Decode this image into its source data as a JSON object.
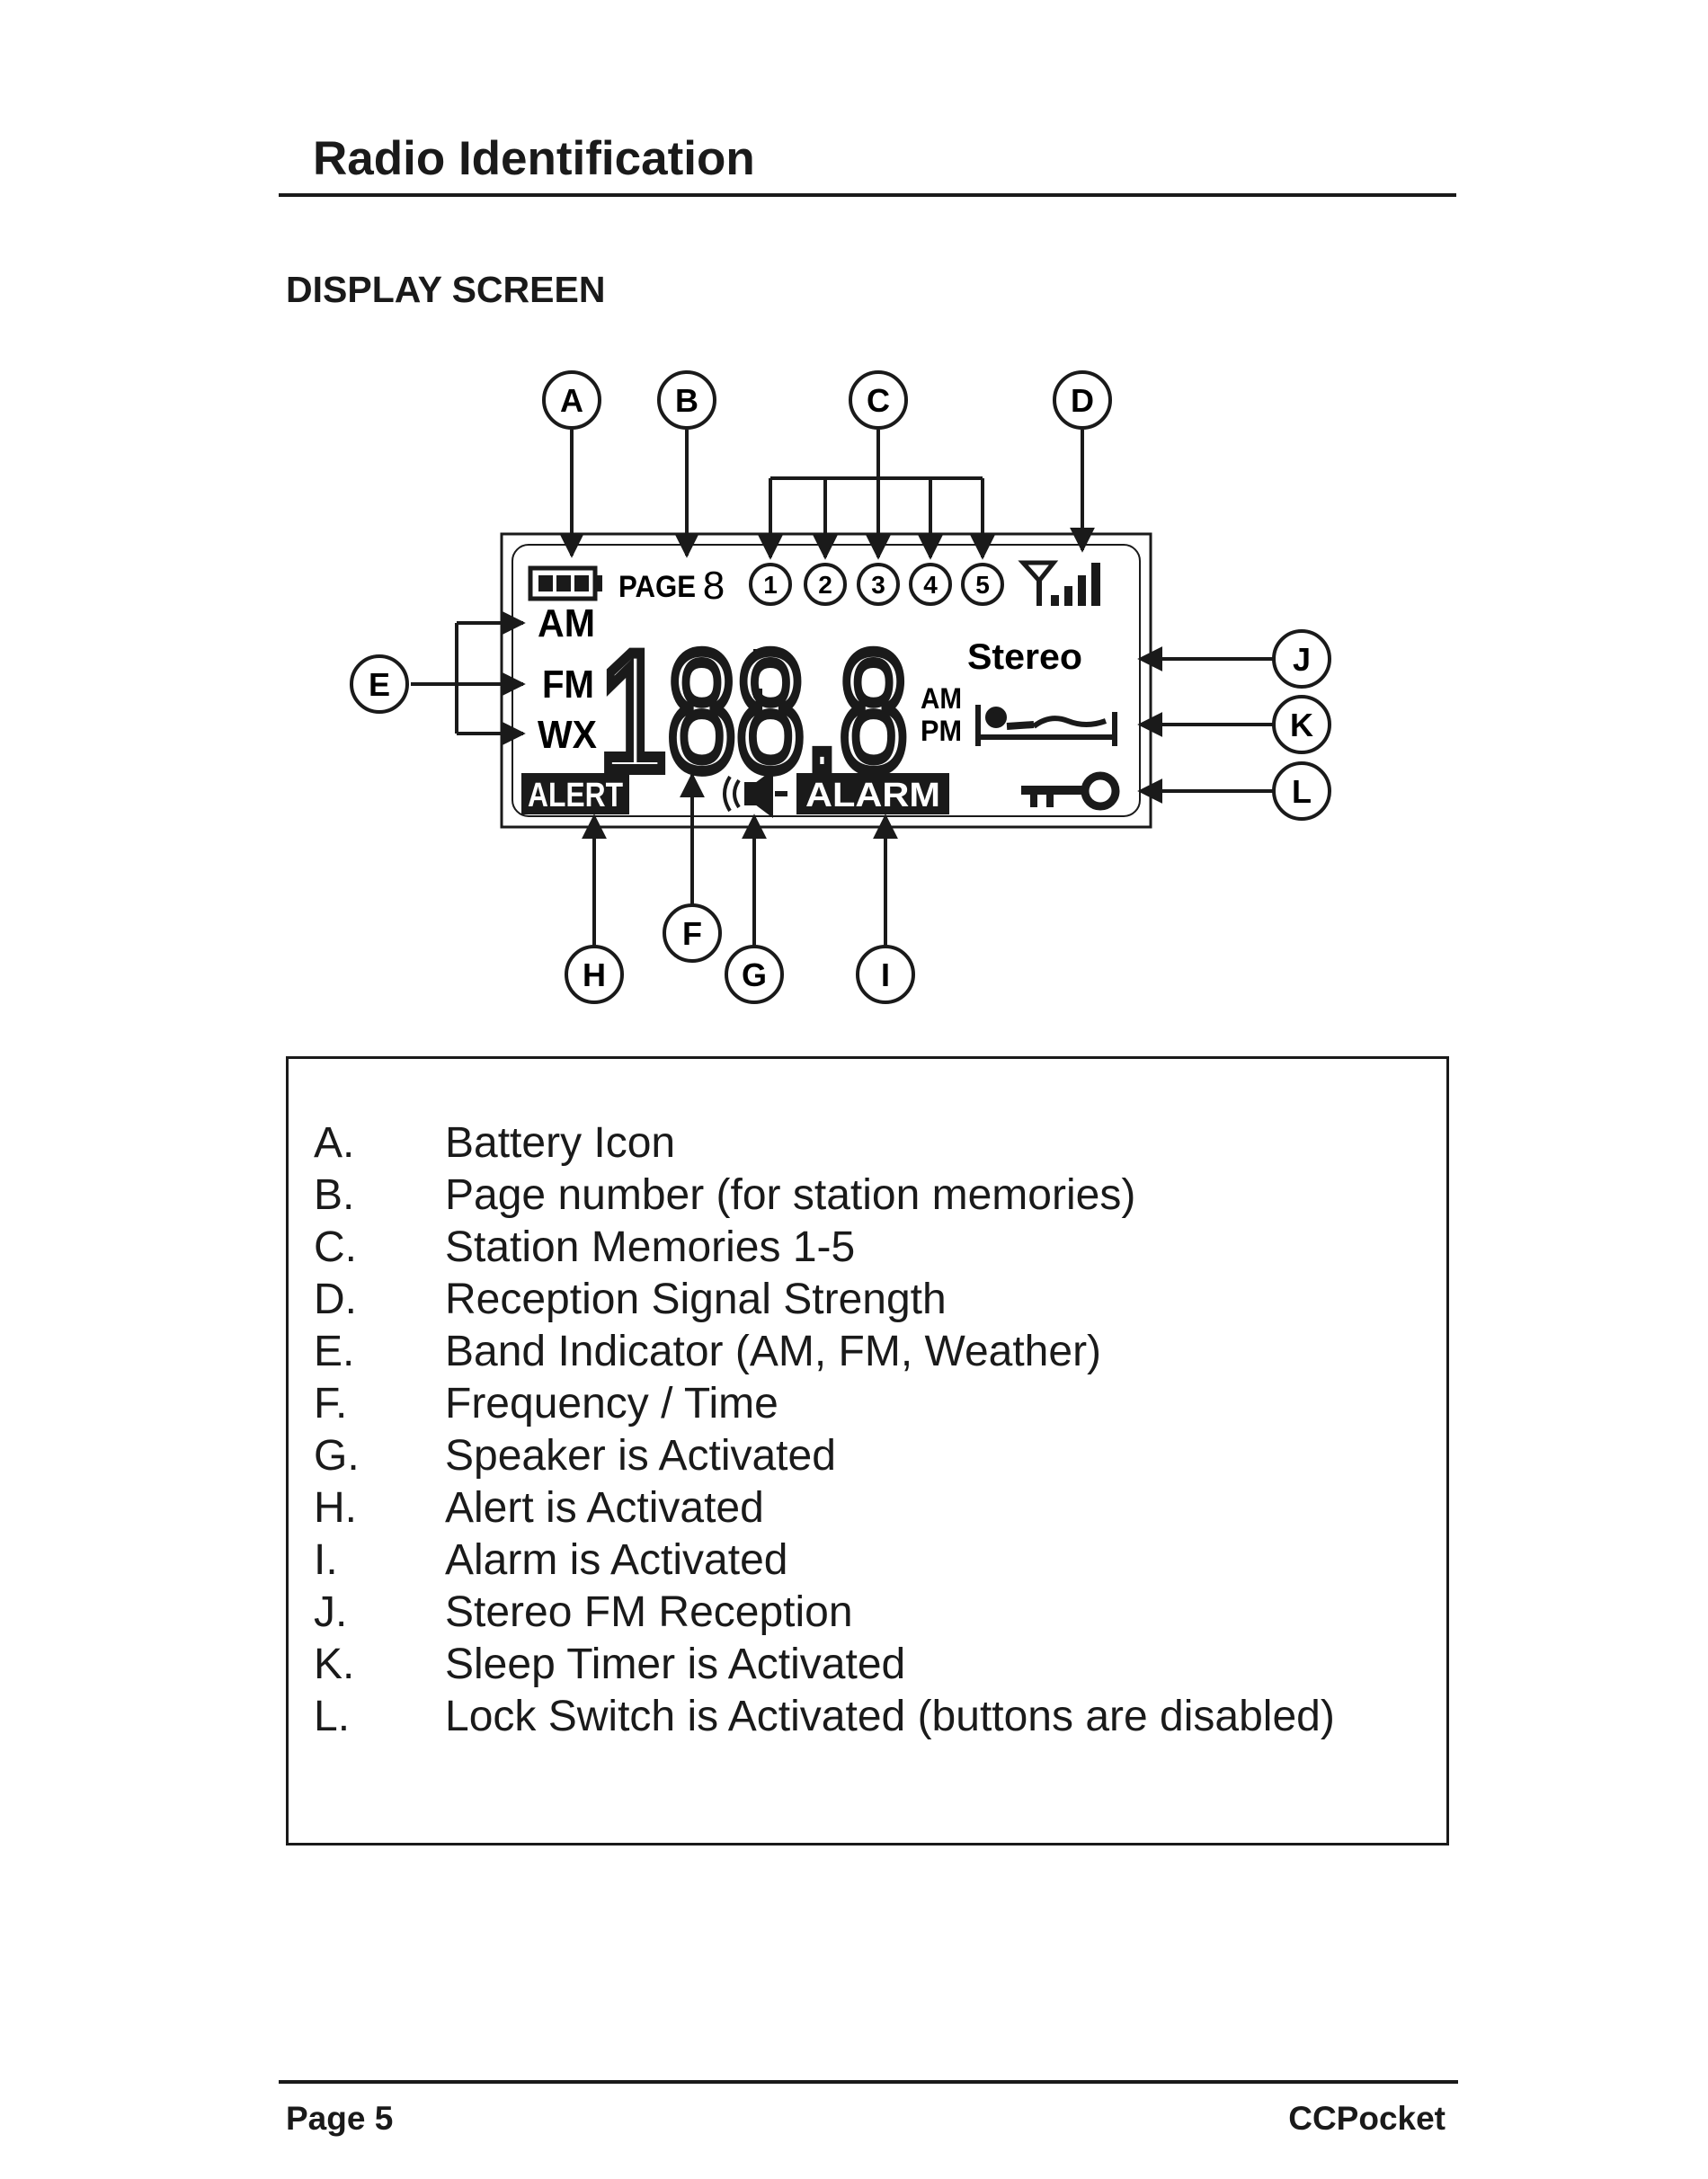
{
  "header": {
    "title": "Radio Identification"
  },
  "section": {
    "heading": "DISPLAY SCREEN"
  },
  "diagram": {
    "callouts": [
      "A",
      "B",
      "C",
      "D",
      "E",
      "F",
      "G",
      "H",
      "I",
      "J",
      "K",
      "L"
    ],
    "lcd": {
      "page_label": "PAGE",
      "page_digit": "8",
      "memory_numbers": [
        "1",
        "2",
        "3",
        "4",
        "5"
      ],
      "bands": [
        "AM",
        "FM",
        "WX"
      ],
      "digits": "188.8",
      "ampm": [
        "AM",
        "PM"
      ],
      "stereo": "Stereo",
      "alert": "ALERT",
      "alarm": "ALARM"
    },
    "icons": [
      "battery-icon",
      "signal-strength-icon",
      "speaker-icon",
      "sleep-bed-icon",
      "key-lock-icon"
    ]
  },
  "legend": {
    "items": [
      {
        "letter": "A.",
        "text": "Battery Icon"
      },
      {
        "letter": "B.",
        "text": "Page number (for station memories)"
      },
      {
        "letter": "C.",
        "text": "Station Memories 1-5"
      },
      {
        "letter": "D.",
        "text": "Reception Signal Strength"
      },
      {
        "letter": "E.",
        "text": "Band Indicator (AM, FM, Weather)"
      },
      {
        "letter": "F.",
        "text": "Frequency / Time"
      },
      {
        "letter": "G.",
        "text": "Speaker is Activated"
      },
      {
        "letter": "H.",
        "text": "Alert is Activated"
      },
      {
        "letter": "I.",
        "text": "Alarm is Activated"
      },
      {
        "letter": "J.",
        "text": "Stereo FM Reception"
      },
      {
        "letter": "K.",
        "text": "Sleep Timer is Activated"
      },
      {
        "letter": "L.",
        "text": "Lock Switch is Activated (buttons are disabled)"
      }
    ]
  },
  "footer": {
    "page": "Page 5",
    "brand": "CCPocket"
  }
}
